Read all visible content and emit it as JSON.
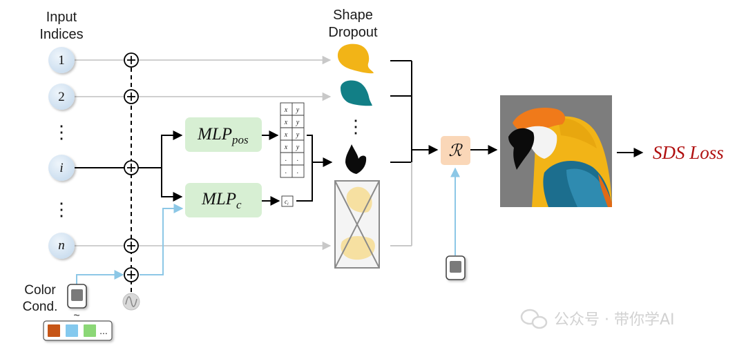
{
  "labels": {
    "input_title": "Input",
    "input_title_2": "Indices",
    "shape_title": "Shape",
    "shape_title_2": "Dropout",
    "color_title": "Color",
    "color_title_2": "Cond.",
    "sds_loss": "SDS Loss"
  },
  "indices": {
    "one": "1",
    "two": "2",
    "i": "i",
    "n": "n",
    "dots": "⋮"
  },
  "mlp": {
    "pos_main": "MLP",
    "pos_sub": "pos",
    "c_main": "MLP",
    "c_sub": "c"
  },
  "coord_table": {
    "x": "x",
    "y": "y",
    "dot": "."
  },
  "color_output": "c",
  "color_output_sub": "i",
  "renderer": "ℛ",
  "palette_more": "...",
  "tilde": "~",
  "watermark": "公众号 · 带你学AI",
  "colors": {
    "index_node": "#d6e6f4",
    "mlp_box": "#d7efd3",
    "renderer_box": "#fad7b8",
    "arrow_blue": "#8cc7e6",
    "shape_yellow": "#f2b417",
    "shape_teal": "#127f86",
    "shape_black": "#0b0b0b",
    "swatch_orange": "#c65416",
    "swatch_blue": "#84c9ee",
    "swatch_green": "#8bd776",
    "sds_red": "#b01010"
  }
}
